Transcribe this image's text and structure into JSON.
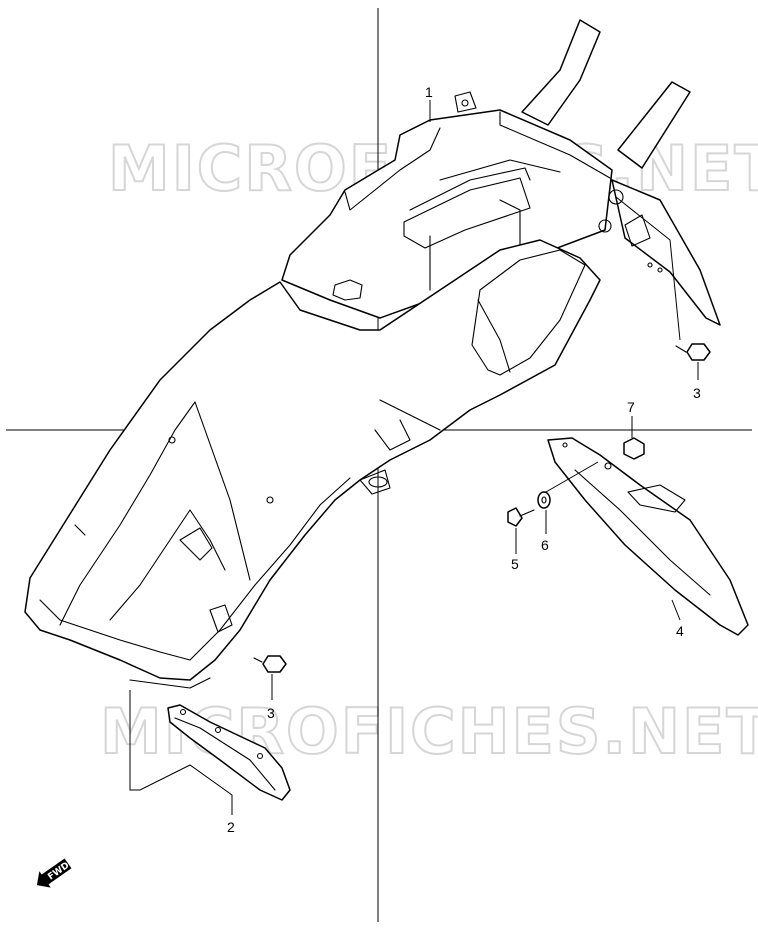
{
  "watermark": {
    "text": "MICROFICHES.NET"
  },
  "callouts": [
    {
      "id": "part-1",
      "label": "1"
    },
    {
      "id": "part-2",
      "label": "2"
    },
    {
      "id": "part-3-upper",
      "label": "3"
    },
    {
      "id": "part-3-lower",
      "label": "3"
    },
    {
      "id": "part-4",
      "label": "4"
    },
    {
      "id": "part-5",
      "label": "5"
    },
    {
      "id": "part-6",
      "label": "6"
    },
    {
      "id": "part-7",
      "label": "7"
    }
  ],
  "fwd_badge": {
    "label": "FWD"
  }
}
